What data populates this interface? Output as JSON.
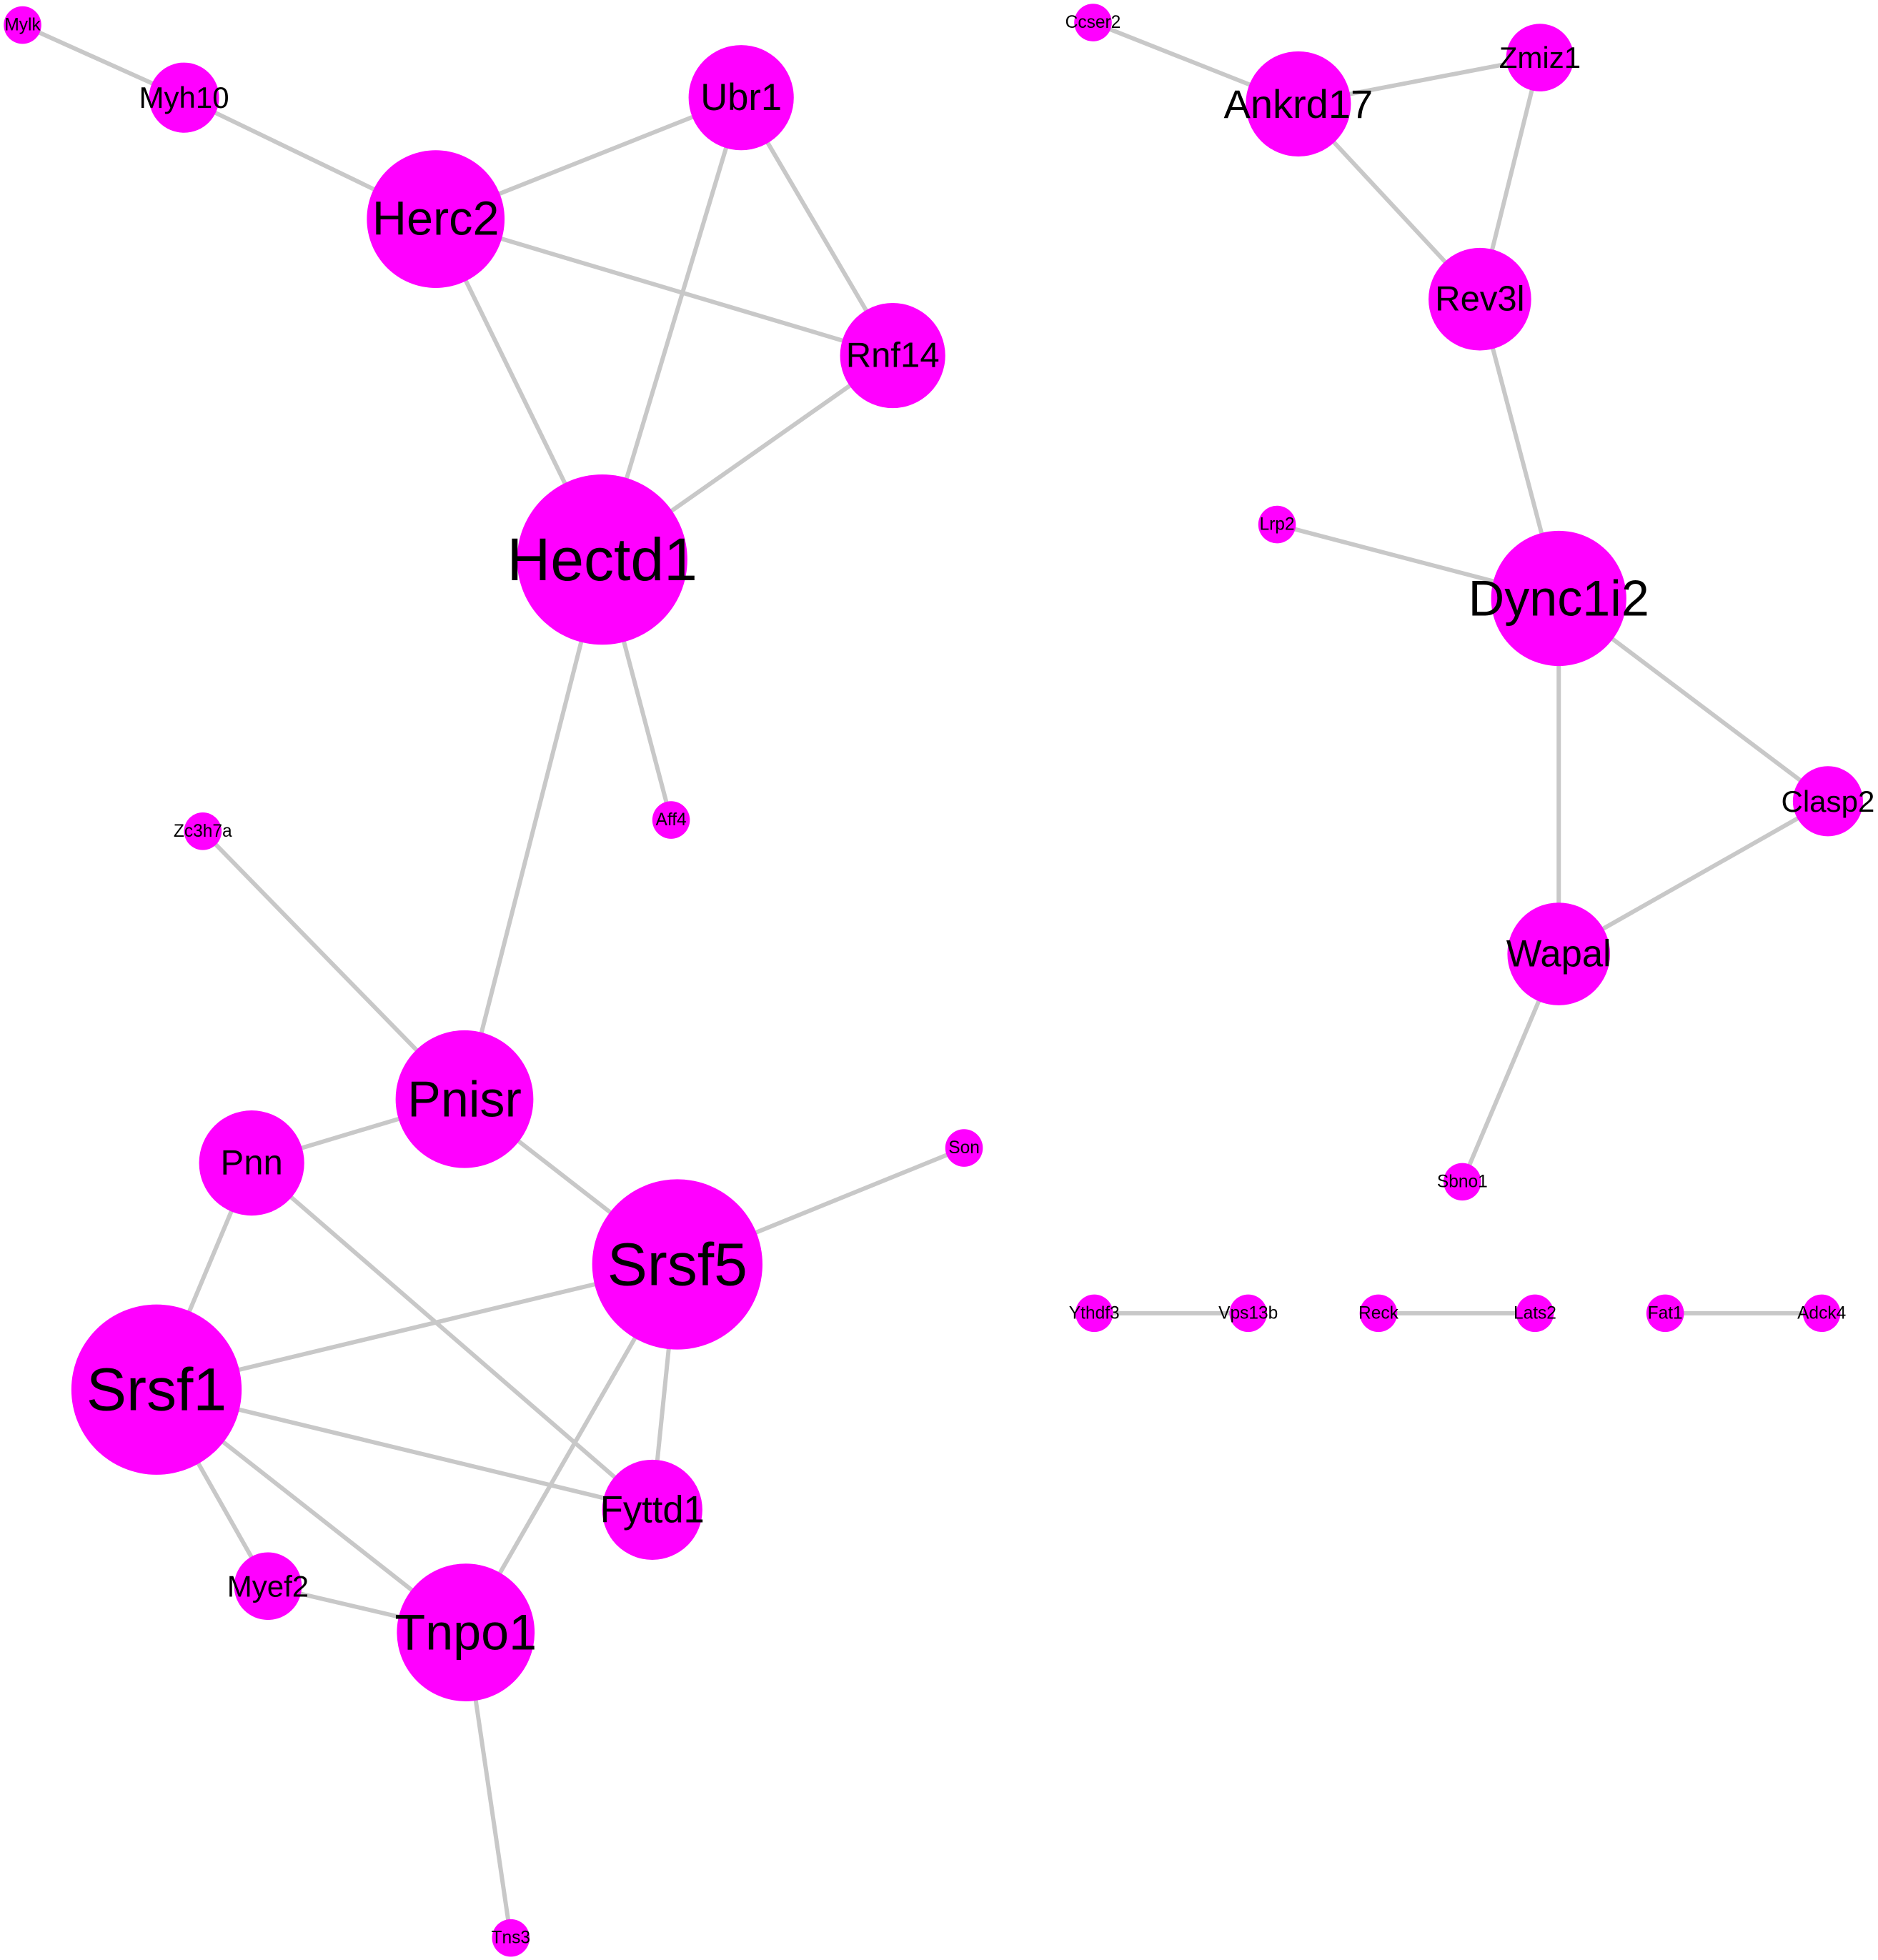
{
  "colors": {
    "node_fill": "#ff00ff",
    "edge_stroke": "#c8c8c8",
    "label": "#000000",
    "background": "#ffffff"
  },
  "network": {
    "nodes": [
      {
        "id": "Mylk",
        "label": "Mylk",
        "size": "small"
      },
      {
        "id": "Myh10",
        "label": "Myh10",
        "size": "medium"
      },
      {
        "id": "Herc2",
        "label": "Herc2",
        "size": "large"
      },
      {
        "id": "Ubr1",
        "label": "Ubr1",
        "size": "medium"
      },
      {
        "id": "Rnf14",
        "label": "Rnf14",
        "size": "medium"
      },
      {
        "id": "Hectd1",
        "label": "Hectd1",
        "size": "xlarge"
      },
      {
        "id": "Aff4",
        "label": "Aff4",
        "size": "small"
      },
      {
        "id": "Zc3h7a",
        "label": "Zc3h7a",
        "size": "small"
      },
      {
        "id": "Pnisr",
        "label": "Pnisr",
        "size": "large"
      },
      {
        "id": "Pnn",
        "label": "Pnn",
        "size": "medium"
      },
      {
        "id": "Son",
        "label": "Son",
        "size": "small"
      },
      {
        "id": "Srsf5",
        "label": "Srsf5",
        "size": "xlarge"
      },
      {
        "id": "Srsf1",
        "label": "Srsf1",
        "size": "xlarge"
      },
      {
        "id": "Fyttd1",
        "label": "Fyttd1",
        "size": "medium"
      },
      {
        "id": "Myef2",
        "label": "Myef2",
        "size": "small"
      },
      {
        "id": "Tnpo1",
        "label": "Tnpo1",
        "size": "large"
      },
      {
        "id": "Tns3",
        "label": "Tns3",
        "size": "small"
      },
      {
        "id": "Ccser2",
        "label": "Ccser2",
        "size": "small"
      },
      {
        "id": "Ankrd17",
        "label": "Ankrd17",
        "size": "medium"
      },
      {
        "id": "Zmiz1",
        "label": "Zmiz1",
        "size": "medium"
      },
      {
        "id": "Rev3l",
        "label": "Rev3l",
        "size": "medium"
      },
      {
        "id": "Lrp2",
        "label": "Lrp2",
        "size": "small"
      },
      {
        "id": "Dync1i2",
        "label": "Dync1i2",
        "size": "large"
      },
      {
        "id": "Clasp2",
        "label": "Clasp2",
        "size": "medium"
      },
      {
        "id": "Wapal",
        "label": "Wapal",
        "size": "medium"
      },
      {
        "id": "Sbno1",
        "label": "Sbno1",
        "size": "small"
      },
      {
        "id": "Ythdf3",
        "label": "Ythdf3",
        "size": "small"
      },
      {
        "id": "Vps13b",
        "label": "Vps13b",
        "size": "small"
      },
      {
        "id": "Reck",
        "label": "Reck",
        "size": "small"
      },
      {
        "id": "Lats2",
        "label": "Lats2",
        "size": "small"
      },
      {
        "id": "Fat1",
        "label": "Fat1",
        "size": "small"
      },
      {
        "id": "Adck4",
        "label": "Adck4",
        "size": "small"
      }
    ],
    "edges": [
      [
        "Mylk",
        "Myh10"
      ],
      [
        "Myh10",
        "Herc2"
      ],
      [
        "Herc2",
        "Ubr1"
      ],
      [
        "Herc2",
        "Rnf14"
      ],
      [
        "Herc2",
        "Hectd1"
      ],
      [
        "Ubr1",
        "Rnf14"
      ],
      [
        "Ubr1",
        "Hectd1"
      ],
      [
        "Rnf14",
        "Hectd1"
      ],
      [
        "Hectd1",
        "Aff4"
      ],
      [
        "Hectd1",
        "Pnisr"
      ],
      [
        "Zc3h7a",
        "Pnisr"
      ],
      [
        "Pnisr",
        "Pnn"
      ],
      [
        "Pnisr",
        "Srsf5"
      ],
      [
        "Srsf5",
        "Son"
      ],
      [
        "Srsf5",
        "Srsf1"
      ],
      [
        "Srsf5",
        "Fyttd1"
      ],
      [
        "Srsf5",
        "Tnpo1"
      ],
      [
        "Pnn",
        "Srsf1"
      ],
      [
        "Pnn",
        "Fyttd1"
      ],
      [
        "Srsf1",
        "Fyttd1"
      ],
      [
        "Srsf1",
        "Myef2"
      ],
      [
        "Srsf1",
        "Tnpo1"
      ],
      [
        "Myef2",
        "Tnpo1"
      ],
      [
        "Tnpo1",
        "Tns3"
      ],
      [
        "Ccser2",
        "Ankrd17"
      ],
      [
        "Ankrd17",
        "Zmiz1"
      ],
      [
        "Ankrd17",
        "Rev3l"
      ],
      [
        "Zmiz1",
        "Rev3l"
      ],
      [
        "Rev3l",
        "Dync1i2"
      ],
      [
        "Lrp2",
        "Dync1i2"
      ],
      [
        "Dync1i2",
        "Clasp2"
      ],
      [
        "Dync1i2",
        "Wapal"
      ],
      [
        "Clasp2",
        "Wapal"
      ],
      [
        "Wapal",
        "Sbno1"
      ],
      [
        "Ythdf3",
        "Vps13b"
      ],
      [
        "Reck",
        "Lats2"
      ],
      [
        "Fat1",
        "Adck4"
      ]
    ]
  }
}
